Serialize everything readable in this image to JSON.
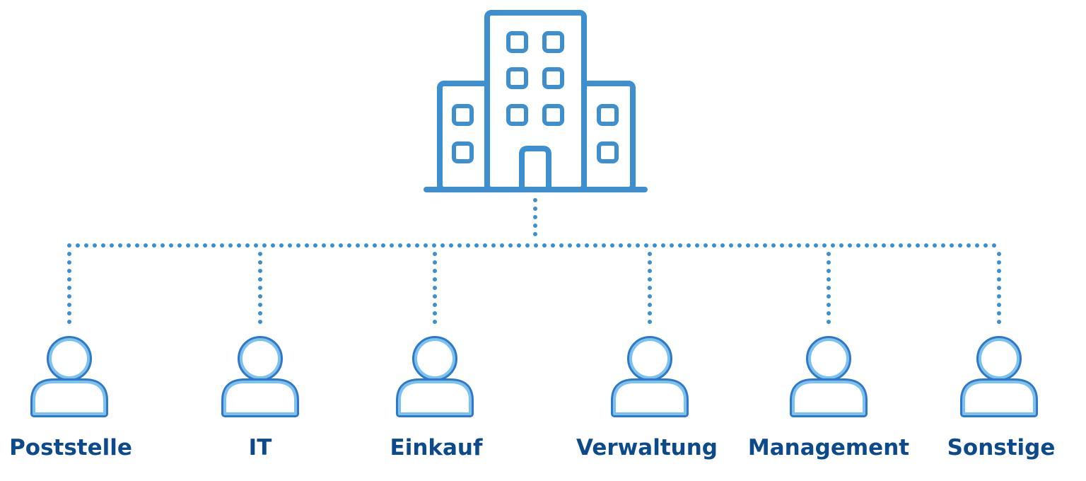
{
  "diagram": {
    "root": {
      "icon": "office-building-icon"
    },
    "departments": [
      {
        "label": "Poststelle",
        "icon": "person-icon"
      },
      {
        "label": "IT",
        "icon": "person-icon"
      },
      {
        "label": "Einkauf",
        "icon": "person-icon"
      },
      {
        "label": "Verwaltung",
        "icon": "person-icon"
      },
      {
        "label": "Management",
        "icon": "person-icon"
      },
      {
        "label": "Sonstige",
        "icon": "person-icon"
      }
    ],
    "colors": {
      "icon": "#3d8fd0",
      "icon_outline_dark": "#2f78c8",
      "label": "#0d4a8c",
      "background": "#ffffff"
    }
  }
}
